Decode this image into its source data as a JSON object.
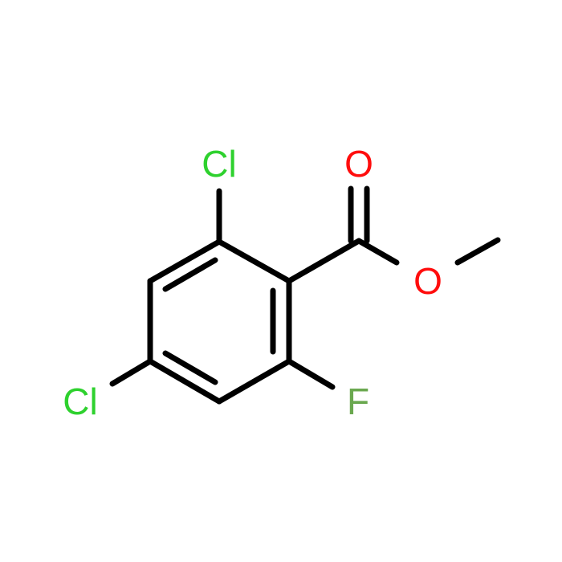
{
  "atoms": {
    "cl_top": {
      "symbol": "Cl",
      "color": "#2ed12e"
    },
    "cl_left": {
      "symbol": "Cl",
      "color": "#2ed12e"
    },
    "o_carbonyl": {
      "symbol": "O",
      "color": "#ff0d0d"
    },
    "o_ester": {
      "symbol": "O",
      "color": "#ff0d0d"
    },
    "f": {
      "symbol": "F",
      "color": "#6aa84f"
    }
  },
  "colors": {
    "bond": "#000000",
    "background": "#ffffff"
  }
}
